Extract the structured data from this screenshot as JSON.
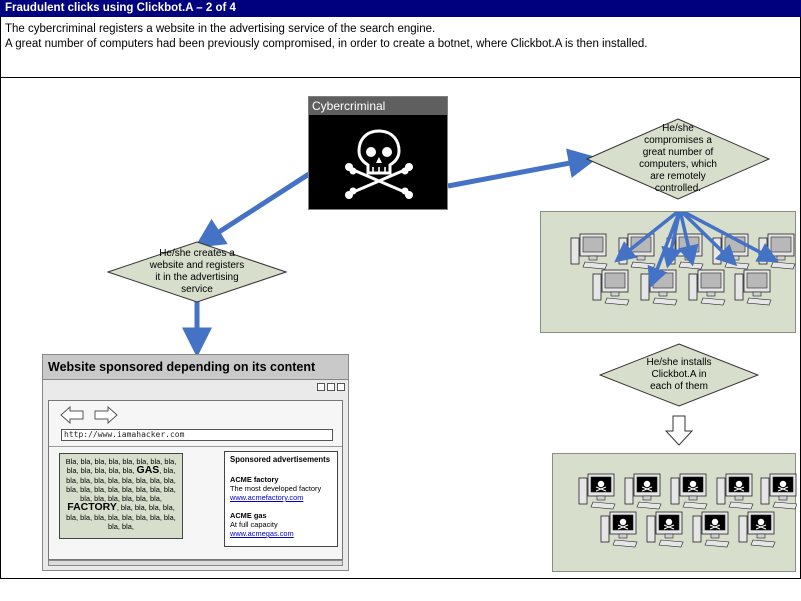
{
  "header": {
    "title": "Fraudulent clicks using Clickbot.A – 2 of 4"
  },
  "intro": {
    "line1": "The cybercriminal registers a website in the advertising service of the search engine.",
    "line2": "A great number of computers had been previously compromised, in order to create a botnet, where Clickbot.A is then installed."
  },
  "cybercriminal": {
    "label": "Cybercriminal",
    "icon": "skull-crossbones-icon"
  },
  "steps": {
    "create_site": "He/she creates a website and registers it in the advertising service",
    "compromise": "He/she compromises a great number of computers, which are remotely controlled.",
    "install": "He/she installs Clickbot.A in each of them"
  },
  "website": {
    "title": "Website sponsored depending on its content",
    "url": "http://www.iamahacker.com",
    "content": {
      "part1": "Bla, bla, bla, bla, bla, bla, bla, bla, bla, bla, bla, bla, bla,",
      "gas": "GAS",
      "part2": ", bla, bla, bla, bla, bla, bla, bla, bla, bla, bla, bla, bla, bla, bla, bla, bla, bla, bla, bla, bla, bla, bla, bla,",
      "factory": "FACTORY",
      "part3": ", bla, bla, bla, bla, bla, bla, bla, bla, bla, bla, bla, bla, bla, bla,"
    },
    "ads": {
      "title": "Sponsored advertisements",
      "items": [
        {
          "name": "ACME factory",
          "desc": "The most developed factory",
          "link": "www.acmefactory.com"
        },
        {
          "name": "ACME gas",
          "desc": "At full capacity",
          "link": "www.acmegas.com"
        }
      ]
    }
  },
  "colors": {
    "title_bar": "#00007f",
    "arrow": "#4472c4",
    "diamond_fill": "#d7decc",
    "panel_fill": "#d7decc"
  }
}
